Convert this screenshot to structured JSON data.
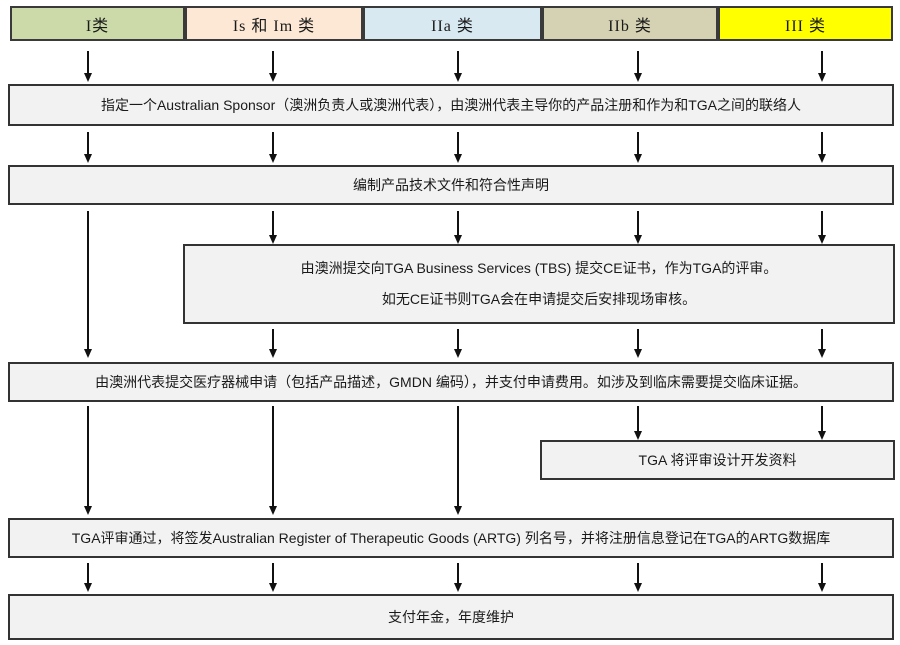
{
  "flowchart": {
    "title_semantics": "TGA medical device registration process flowchart",
    "classes": [
      {
        "label": "I类",
        "color": "#ccdaa9"
      },
      {
        "label": "Is 和 Im 类",
        "color": "#fce8d4"
      },
      {
        "label": "IIa 类",
        "color": "#d8e9f1"
      },
      {
        "label": "IIb 类",
        "color": "#d5d1b3"
      },
      {
        "label": "III 类",
        "color": "#ffff00"
      }
    ],
    "steps": {
      "sponsor": "指定一个Australian Sponsor（澳洲负责人或澳洲代表），由澳洲代表主导你的产品注册和作为和TGA之间的联络人",
      "technical_file": "编制产品技术文件和符合性声明",
      "tbs_line1": "由澳洲提交向TGA Business Services (TBS) 提交CE证书，作为TGA的评审。",
      "tbs_line2": "如无CE证书则TGA会在申请提交后安排现场审核。",
      "application": "由澳洲代表提交医疗器械申请（包括产品描述，GMDN 编码），并支付申请费用。如涉及到临床需要提交临床证据。",
      "design_review": "TGA 将评审设计开发资料",
      "artg_listing": "TGA评审通过，将签发Australian Register of Therapeutic Goods (ARTG) 列名号，并将注册信息登记在TGA的ARTG数据库",
      "annual_maintenance": "支付年金，年度维护"
    },
    "colors": {
      "box_fill": "#f2f2f2",
      "box_border": "#333333",
      "arrow": "#111111"
    }
  }
}
